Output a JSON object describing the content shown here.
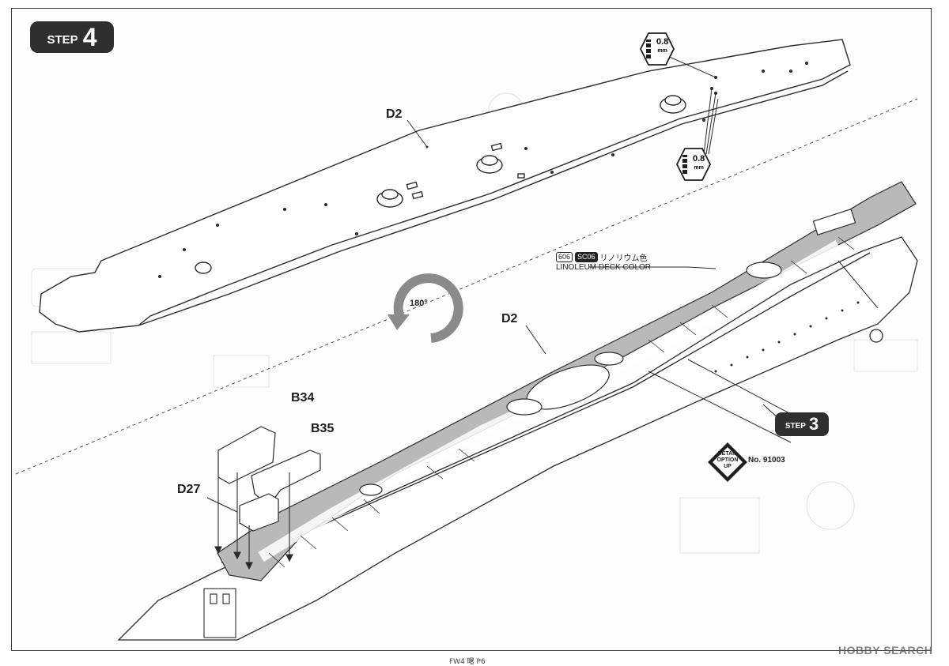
{
  "step": {
    "label": "STEP",
    "number": "4"
  },
  "sub_step": {
    "label": "STEP",
    "number": "3"
  },
  "parts": {
    "deck_top": "D2",
    "deck_hull": "D2",
    "b34": "B34",
    "b35": "B35",
    "d27": "D27"
  },
  "drill": {
    "size": "0.8",
    "unit": "mm"
  },
  "rotate": {
    "label": "180°"
  },
  "color_note": {
    "code_1": "606",
    "code_2": "SC06",
    "name_jp": "リノリウム色",
    "name_en": "LINOLEUM DECK COLOR"
  },
  "detail_option": {
    "line1": "DETAIL",
    "line2": "OPTION",
    "line3": "UP",
    "reference": "No. 91003"
  },
  "footer": {
    "text": "FW4 曙 P6"
  },
  "watermark": {
    "text": "HOBBY SEARCH"
  },
  "icons": [
    "drill-icon",
    "rotate-arrow-icon",
    "detail-option-icon"
  ],
  "colors": {
    "ink": "#1e1e1e",
    "badge": "#2f2f2f",
    "deck_fill": "#b9b9b9",
    "rotate_arrow": "#8a8a8a"
  }
}
